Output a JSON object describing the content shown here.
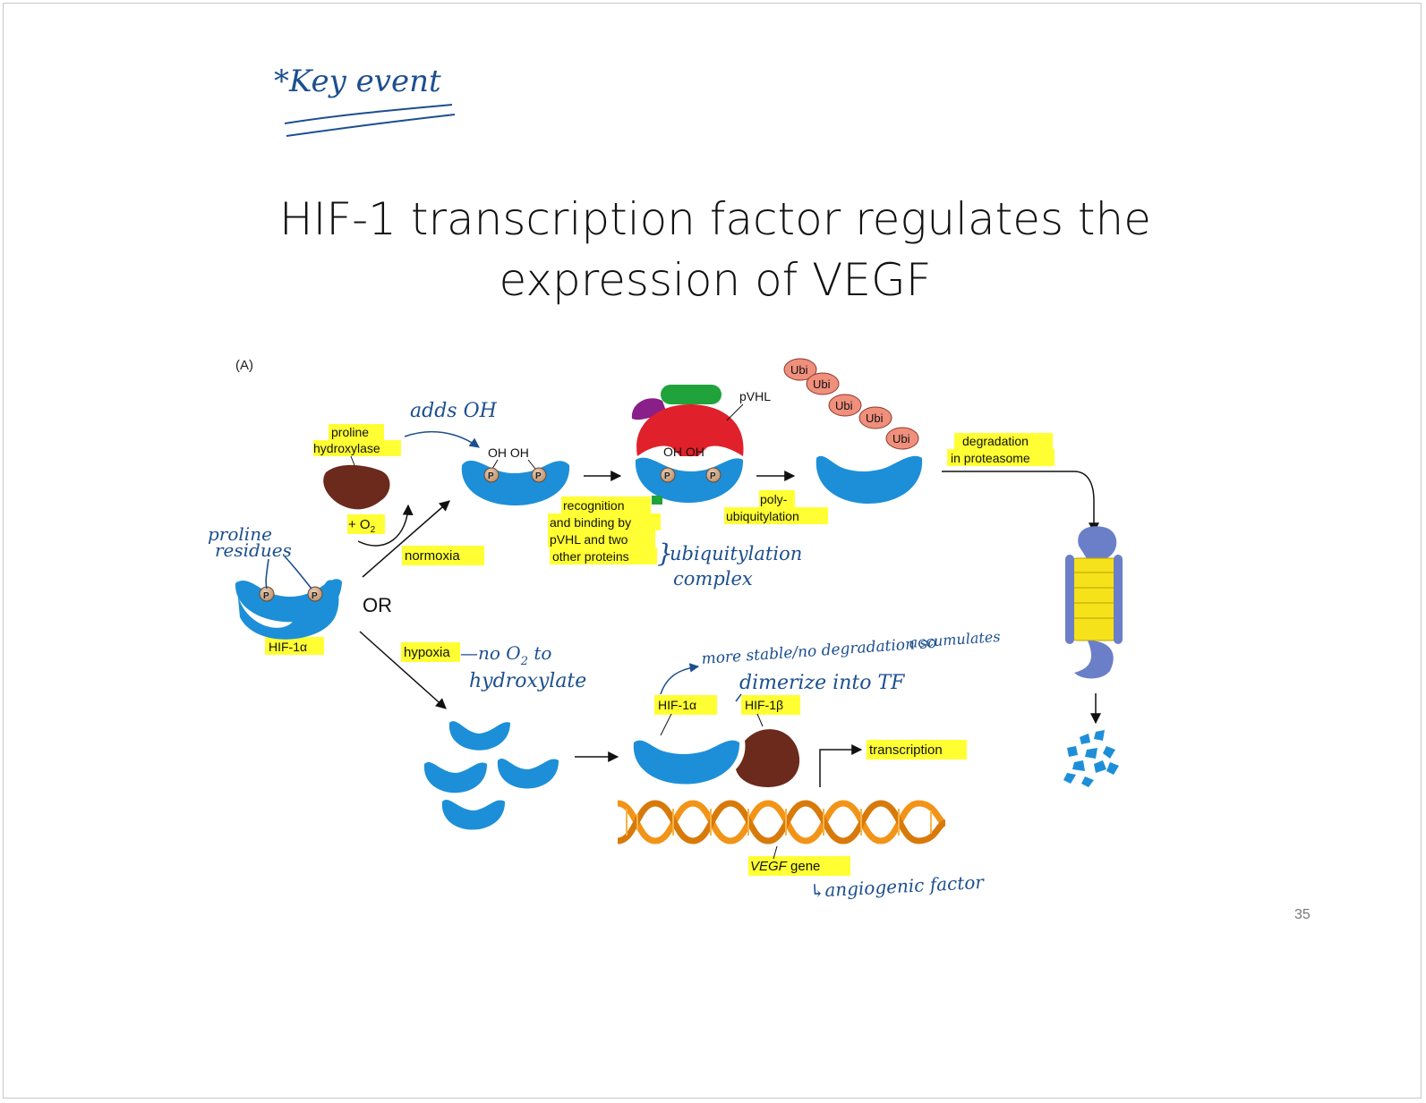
{
  "slide": {
    "title_line1": "HIF-1 transcription factor regulates the",
    "title_line2": "expression of VEGF",
    "page_number": "35"
  },
  "handwritten": {
    "key_event": "*Key event",
    "adds_oh": "adds OH",
    "proline_residues_1": "proline",
    "proline_residues_2": "residues",
    "ubiquitylation_1": "ubiquitylation",
    "ubiquitylation_2": "complex",
    "no_o2_1": "—no O",
    "no_o2_sub": "2",
    "no_o2_2": " to",
    "hydroxylate": "hydroxylate",
    "more_stable_1": "more stable/no degradation so",
    "more_stable_2": "accumulates",
    "dimerize": "dimerize into TF",
    "angiogenic": "↳angiogenic factor"
  },
  "diagram": {
    "panel_label": "(A)",
    "proline_hydroxylase_1": "proline",
    "proline_hydroxylase_2": "hydroxylase",
    "plus_o2": "+ O",
    "o2_sub": "2",
    "normoxia": "normoxia",
    "or": "OR",
    "hypoxia": "hypoxia",
    "hif1a": "HIF-1α",
    "hif1a_2": "HIF-1α",
    "hif1b": "HIF-1β",
    "p": "P",
    "oh_oh": "OH OH",
    "recognition_1": "recognition",
    "recognition_2": "and binding by",
    "recognition_3": "pVHL and two",
    "recognition_4": "other proteins",
    "pvhl": "pVHL",
    "poly_1": "poly-",
    "poly_2": "ubiquitylation",
    "ubi": "Ubi",
    "degradation_1": "degradation",
    "degradation_2": "in proteasome",
    "transcription": "transcription",
    "vegf_gene_italic": "VEGF",
    "vegf_gene_rest": " gene"
  },
  "colors": {
    "protein_blue": "#1d8fd8",
    "hydroxylase_brown": "#6b2a1c",
    "highlight_yellow": "#ffff33",
    "pvhl_red": "#e0202a",
    "ubi_salmon": "#ef8f7c",
    "dna_orange": "#f29418",
    "ink_blue": "#1c4f8f",
    "proteasome_purple": "#6b7fc8",
    "proteasome_yellow": "#f5e21a"
  }
}
